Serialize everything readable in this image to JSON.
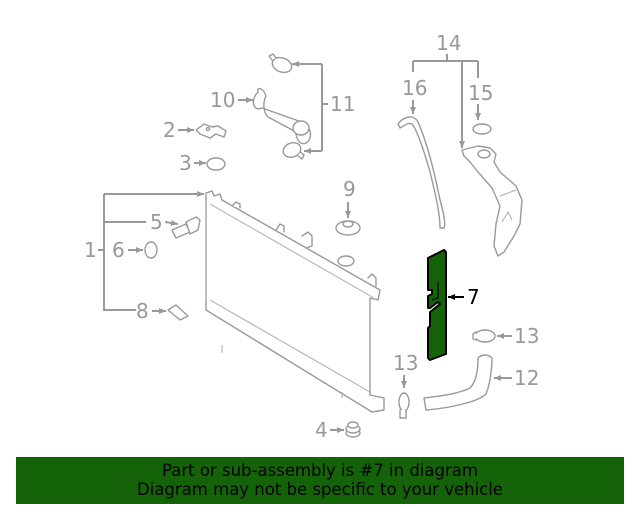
{
  "diagram": {
    "highlighted_part": "7",
    "highlight_color": "#156309",
    "line_color": "#999999",
    "callouts": [
      {
        "id": "1",
        "label": "1"
      },
      {
        "id": "2",
        "label": "2"
      },
      {
        "id": "3",
        "label": "3"
      },
      {
        "id": "4",
        "label": "4"
      },
      {
        "id": "5",
        "label": "5"
      },
      {
        "id": "6",
        "label": "6"
      },
      {
        "id": "7",
        "label": "7"
      },
      {
        "id": "8",
        "label": "8"
      },
      {
        "id": "9",
        "label": "9"
      },
      {
        "id": "10",
        "label": "10"
      },
      {
        "id": "11",
        "label": "11"
      },
      {
        "id": "12",
        "label": "12"
      },
      {
        "id": "13a",
        "label": "13"
      },
      {
        "id": "13b",
        "label": "13"
      },
      {
        "id": "14",
        "label": "14"
      },
      {
        "id": "15",
        "label": "15"
      },
      {
        "id": "16",
        "label": "16"
      }
    ]
  },
  "banner": {
    "line1": "Part or sub-assembly is #7 in diagram",
    "line2": "Diagram may not be specific to your vehicle",
    "background": "#156309"
  }
}
